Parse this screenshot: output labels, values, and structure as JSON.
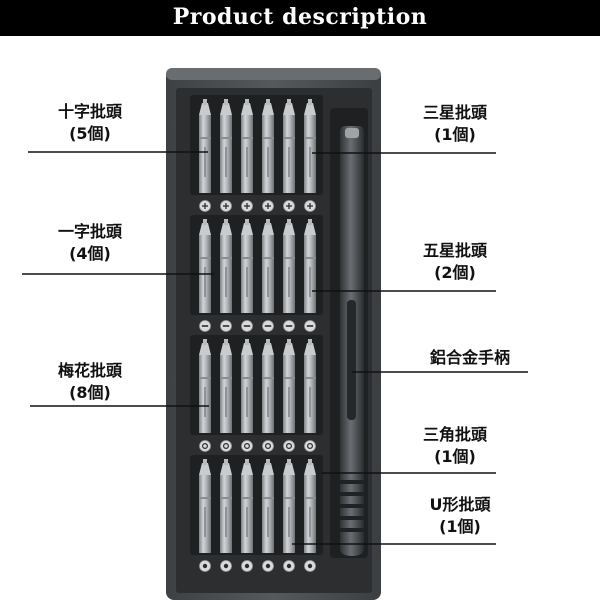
{
  "header": {
    "title": "Product description"
  },
  "labels": {
    "phillips": {
      "name": "十字批頭",
      "count": "(5個)"
    },
    "slotted": {
      "name": "一字批頭",
      "count": "(4個)"
    },
    "torx": {
      "name": "梅花批頭",
      "count": "(8個)"
    },
    "tri_wing": {
      "name": "三星批頭",
      "count": "(1個)"
    },
    "pentalobe": {
      "name": "五星批頭",
      "count": "(2個)"
    },
    "handle": {
      "name": "鋁合金手柄"
    },
    "triangle": {
      "name": "三角批頭",
      "count": "(1個)"
    },
    "u_type": {
      "name": "U形批頭",
      "count": "(1個)"
    }
  },
  "colors": {
    "header_bg": "#000000",
    "case": "#4a4d50",
    "bits": "#a9adb0",
    "handle": "#3f4245"
  },
  "icons": [
    "screwdriver-bit-icon",
    "tip-symbol-icon"
  ]
}
